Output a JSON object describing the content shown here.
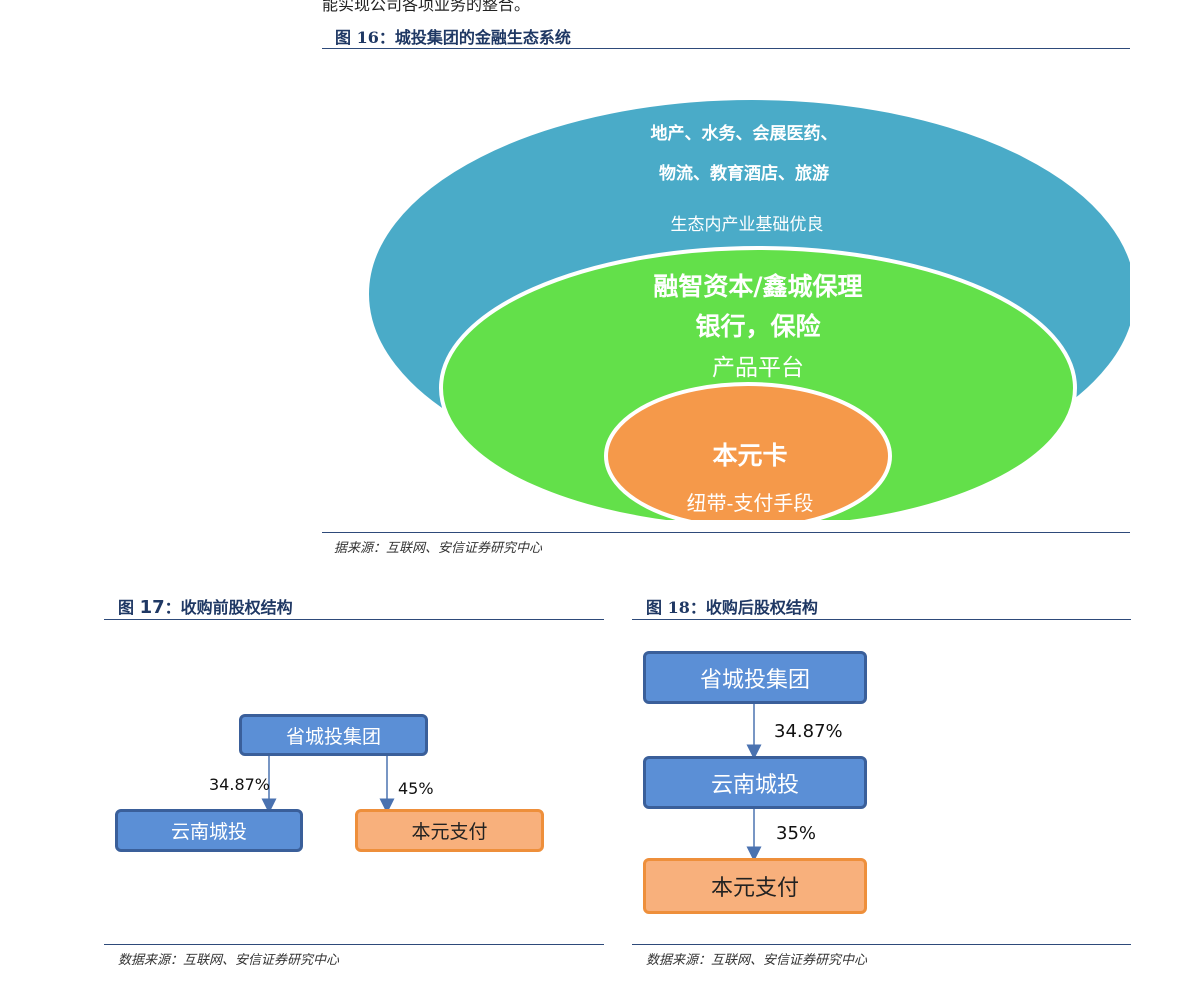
{
  "body": {
    "top_text": "能实现公司各项业务的整合。"
  },
  "figure16": {
    "title": "图 16：城投集团的金融生态系统",
    "outer_line1": "地产、水务、会展医药、",
    "outer_line2": "物流、教育酒店、旅游",
    "outer_caption": "生态内产业基础优良",
    "middle_line1": "融智资本/鑫城保理",
    "middle_line2": "银行，保险",
    "middle_caption": "产品平台",
    "inner_line1": "本元卡",
    "inner_caption": "纽带-支付手段",
    "colors": {
      "outer": "#4aabc8",
      "middle": "#63e04a",
      "inner": "#f5994a"
    },
    "source": "据来源：互联网、安信证券研究中心"
  },
  "figure17": {
    "title_prefix": "图",
    "title_number": "17",
    "title_rest": "：收购前股权结构",
    "parent": "省城投集团",
    "child_left": "云南城投",
    "child_right": "本元支付",
    "pct_left": "34.87%",
    "pct_right": "45%",
    "source": "数据来源：互联网、安信证券研究中心"
  },
  "figure18": {
    "title": "图 18：收购后股权结构",
    "top": "省城投集团",
    "middle": "云南城投",
    "bottom": "本元支付",
    "pct_top": "34.87%",
    "pct_bottom": "35%",
    "source": "数据来源：互联网、安信证券研究中心"
  }
}
